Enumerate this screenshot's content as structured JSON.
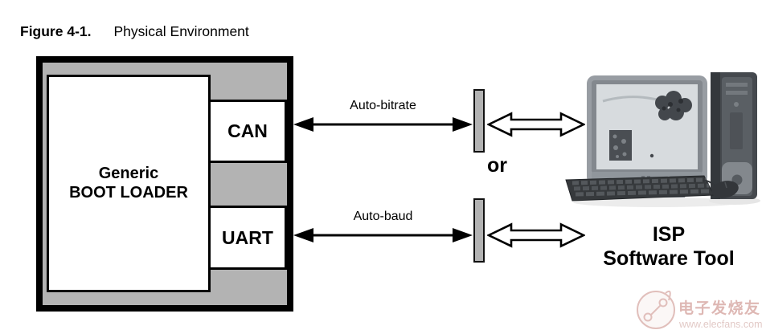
{
  "figure_caption": {
    "label": "Figure 4-1.",
    "title": "Physical Environment"
  },
  "diagram": {
    "bootloader": {
      "line1": "Generic",
      "line2": "BOOT LOADER"
    },
    "interfaces": [
      {
        "name": "CAN",
        "channel_label": "Auto-bitrate"
      },
      {
        "name": "UART",
        "channel_label": "Auto-baud"
      }
    ],
    "or_label": "or",
    "isp_tool": {
      "line1": "ISP",
      "line2": "Software Tool"
    }
  },
  "watermark": {
    "site_name": "电子发烧友",
    "site_url": "www.elecfans.com"
  },
  "colors": {
    "panel_gray": "#b3b3b3",
    "outline_black": "#000000",
    "watermark_pink": "#d9aca8"
  }
}
